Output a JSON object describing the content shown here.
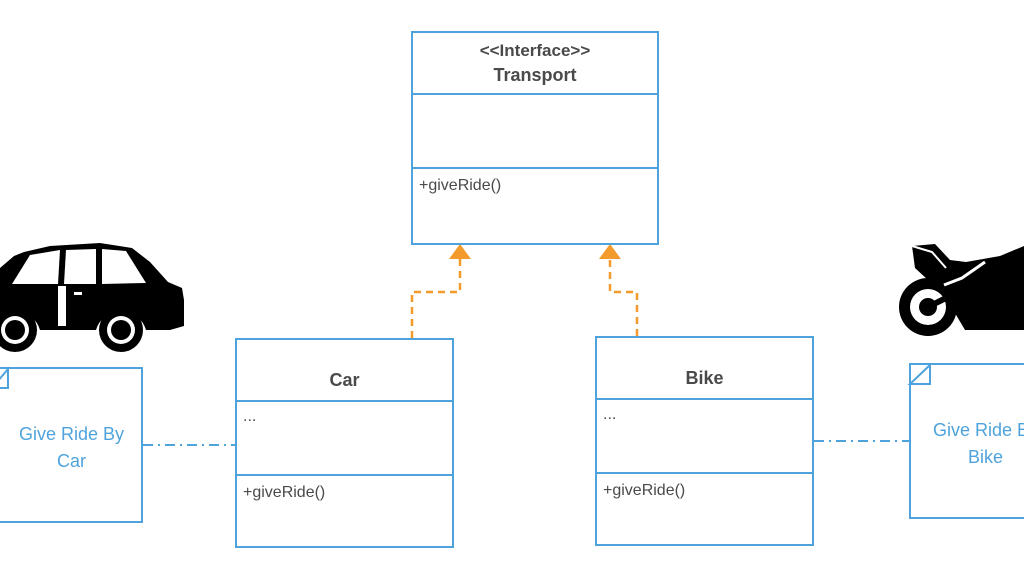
{
  "interface_box": {
    "stereotype": "<<Interface>>",
    "name": "Transport",
    "method": "+giveRide()"
  },
  "car_class": {
    "name": "Car",
    "attributes": "...",
    "method": "+giveRide()"
  },
  "bike_class": {
    "name": "Bike",
    "attributes": "...",
    "method": "+giveRide()"
  },
  "car_note": {
    "line1": "Give Ride By",
    "line2": "Car"
  },
  "bike_note": {
    "line1": "Give Ride By",
    "line2": "Bike"
  },
  "icons": [
    "car-icon",
    "motorcycle-icon"
  ],
  "colors": {
    "box_border": "#4fa3dc",
    "note_text": "#4fa3dc",
    "realization_arrow": "#f39a2c",
    "text": "#4a4a4a"
  }
}
